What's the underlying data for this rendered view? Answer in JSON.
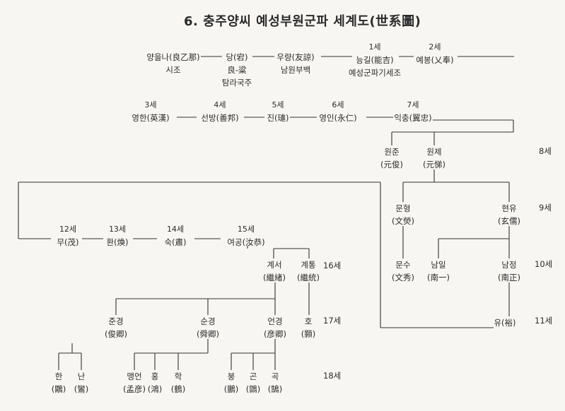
{
  "title": "6. 충주양씨 예성부원군파 세계도(世系圖)",
  "nodes": [
    {
      "id": "yangeulna",
      "lines": [
        "양을나(良乙那)",
        "시조"
      ]
    },
    {
      "id": "dang",
      "lines": [
        "당(宕)",
        "良-粱",
        "탐라국주"
      ]
    },
    {
      "id": "uryang",
      "lines": [
        "우량(友諒)",
        "남원부백"
      ]
    },
    {
      "id": "neunggil",
      "gen": "1세",
      "lines": [
        "능길(能吉)",
        "예성군파기세조"
      ]
    },
    {
      "id": "yebong",
      "gen": "2세",
      "lines": [
        "예봉(乂奉)"
      ]
    },
    {
      "id": "yeonghan",
      "gen": "3세",
      "lines": [
        "영한(英漢)"
      ]
    },
    {
      "id": "seonbang",
      "gen": "4세",
      "lines": [
        "선방(善邦)"
      ]
    },
    {
      "id": "jin",
      "gen": "5세",
      "lines": [
        "진(璡)"
      ]
    },
    {
      "id": "yeongin",
      "gen": "6세",
      "lines": [
        "영인(永仁)"
      ]
    },
    {
      "id": "ikchung",
      "gen": "7세",
      "lines": [
        "익충(翼忠)"
      ]
    },
    {
      "id": "wonjun",
      "lines": [
        "원준",
        "(元俊)"
      ]
    },
    {
      "id": "wonje",
      "lines": [
        "원제",
        "(元悌)"
      ]
    },
    {
      "id": "munhyeong",
      "lines": [
        "문형",
        "(文熒)"
      ]
    },
    {
      "id": "hyeonyu",
      "lines": [
        "현유",
        "(玄儒)"
      ]
    },
    {
      "id": "munsu",
      "lines": [
        "문수",
        "(文秀)"
      ]
    },
    {
      "id": "namil",
      "lines": [
        "남일",
        "(南一)"
      ]
    },
    {
      "id": "namjeong",
      "lines": [
        "남정",
        "(南正)"
      ]
    },
    {
      "id": "yu",
      "lines": [
        "유(裕)"
      ]
    },
    {
      "id": "mu",
      "gen": "12세",
      "lines": [
        "무(茂)"
      ]
    },
    {
      "id": "hwan",
      "gen": "13세",
      "lines": [
        "환(煥)"
      ]
    },
    {
      "id": "suk",
      "gen": "14세",
      "lines": [
        "숙(肅)"
      ]
    },
    {
      "id": "yeogong",
      "gen": "15세",
      "lines": [
        "여공(汝恭)"
      ]
    },
    {
      "id": "gyeseo",
      "lines": [
        "계서",
        "(繼緖)"
      ]
    },
    {
      "id": "gyetong",
      "lines": [
        "계통",
        "(繼統)"
      ]
    },
    {
      "id": "jungyeong",
      "lines": [
        "준경",
        "(俊卿)"
      ]
    },
    {
      "id": "sungyeong",
      "lines": [
        "순경",
        "(舜卿)"
      ]
    },
    {
      "id": "eongyeong",
      "lines": [
        "언경",
        "(彦卿)"
      ]
    },
    {
      "id": "ho",
      "lines": [
        "호",
        "(顥)"
      ]
    },
    {
      "id": "han",
      "lines": [
        "한",
        "(鷴)"
      ]
    },
    {
      "id": "nan",
      "lines": [
        "난",
        "(鸞)"
      ]
    },
    {
      "id": "maengeon",
      "lines": [
        "맹언",
        "(孟彦)"
      ]
    },
    {
      "id": "hong",
      "lines": [
        "홍",
        "(鴻)"
      ]
    },
    {
      "id": "hak",
      "lines": [
        "학",
        "(鶴)"
      ]
    },
    {
      "id": "bung",
      "lines": [
        "붕",
        "(鵬)"
      ]
    },
    {
      "id": "gon",
      "lines": [
        "곤",
        "(鵾)"
      ]
    },
    {
      "id": "gok",
      "lines": [
        "곡",
        "(鵠)"
      ]
    }
  ],
  "generation_labels": [
    {
      "id": "g8",
      "text": "8세"
    },
    {
      "id": "g9",
      "text": "9세"
    },
    {
      "id": "g10",
      "text": "10세"
    },
    {
      "id": "g11",
      "text": "11세"
    },
    {
      "id": "g16",
      "text": "16세"
    },
    {
      "id": "g17",
      "text": "17세"
    },
    {
      "id": "g18",
      "text": "18세"
    }
  ],
  "colors": {
    "line": "#333333",
    "text": "#2b2b2b",
    "background": "#f7f6f2"
  }
}
